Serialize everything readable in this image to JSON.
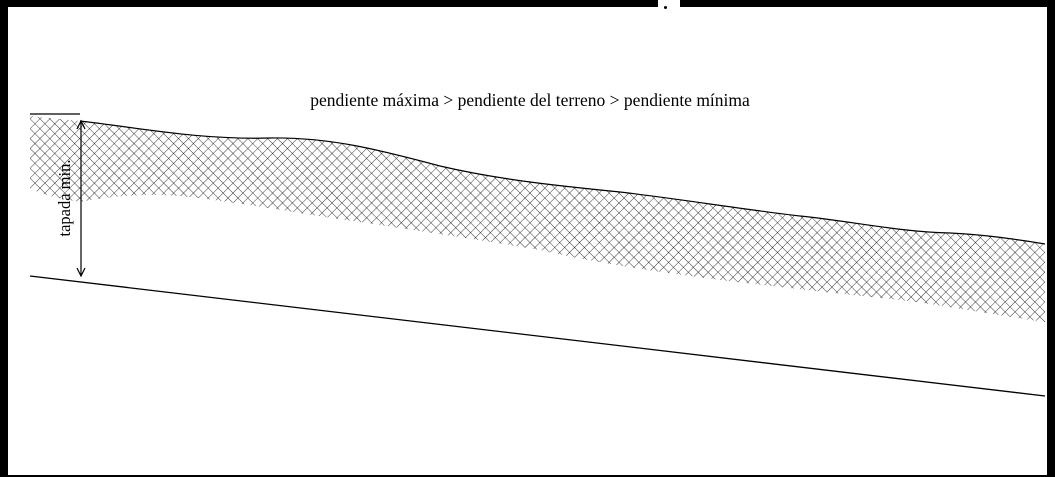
{
  "diagram": {
    "caption": "pendiente máxima > pendiente del terreno > pendiente mínima",
    "cover_label": "tapada min.",
    "line_color": "#000000",
    "background_color": "#ffffff",
    "soil_hatch": "diagonal crosshatch"
  }
}
